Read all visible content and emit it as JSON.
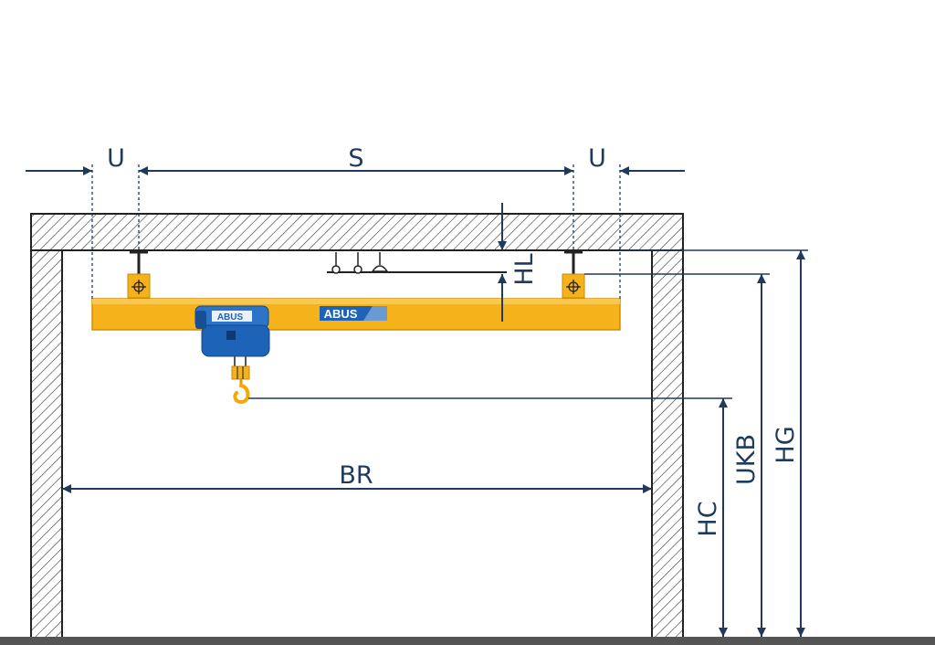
{
  "colors": {
    "dimension": "#1f3a5c",
    "structure": "#222222",
    "girder": "#f5b21b",
    "hoist": "#1d63b8",
    "floor": "#555555"
  },
  "brand": {
    "girder_logo": "ABUS",
    "hoist_logo": "ABUS"
  },
  "labels": {
    "u_left": "U",
    "s": "S",
    "u_right": "U",
    "hl": "HL",
    "br": "BR",
    "hc": "HC",
    "ukb": "UKB",
    "hg": "HG"
  }
}
